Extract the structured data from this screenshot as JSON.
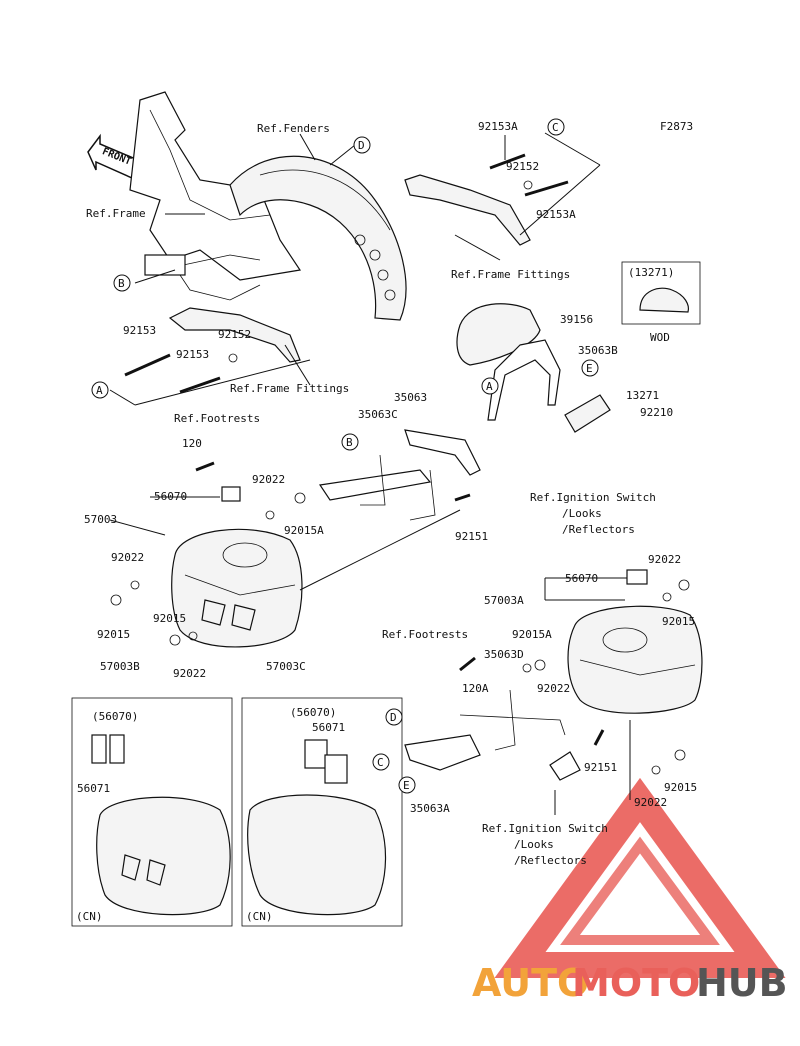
{
  "figure_code": "F2873",
  "front_label": "FRONT",
  "references": {
    "fenders": "Ref.Fenders",
    "frame": "Ref.Frame",
    "frame_fittings_top": "Ref.Frame Fittings",
    "frame_fittings_left": "Ref.Frame Fittings",
    "footrests_left": "Ref.Footrests",
    "footrests_right": "Ref.Footrests",
    "ignition_left": [
      "Ref.Ignition Switch",
      "/Looks",
      "/Reflectors"
    ],
    "ignition_right": [
      "Ref.Ignition Switch",
      "/Looks",
      "/Reflectors"
    ]
  },
  "callouts": [
    "A",
    "B",
    "C",
    "D",
    "E"
  ],
  "part_numbers": {
    "p92153A_top": "92153A",
    "p92152_top": "92152",
    "p92153A_mid": "92153A",
    "p92153_left": "92153",
    "p92152_left": "92152",
    "p92153_left2": "92153",
    "p39156": "39156",
    "p35063B": "35063B",
    "p13271": "13271",
    "p92210": "92210",
    "p35063": "35063",
    "p35063C": "35063C",
    "p120": "120",
    "p92022_a": "92022",
    "p56070_a": "56070",
    "p57003": "57003",
    "p92015A_a": "92015A",
    "p92151_a": "92151",
    "p92022_b": "92022",
    "p92015_a": "92015",
    "p92015_b": "92015",
    "p92022_c": "92022",
    "p92022_d": "92022",
    "p56070_b": "56070",
    "p57003A": "57003A",
    "p92015_c": "92015",
    "p92015A_b": "92015A",
    "p35063D": "35063D",
    "p92022_e": "92022",
    "p120A": "120A",
    "p92151_b": "92151",
    "p92015_d": "92015",
    "p92022_f": "92022",
    "p35063A": "35063A",
    "p57003B": "57003B",
    "p57003C": "57003C",
    "p56070_box_b": "(56070)",
    "p56071_box_b": "56071",
    "p56070_box_c": "(56070)",
    "p56071_box_c": "56071"
  },
  "inset": {
    "part": "(13271)",
    "label": "WOD"
  },
  "cn_labels": [
    "(CN)",
    "(CN)"
  ],
  "watermark": {
    "auto": "AUTO",
    "moto": "MOTO",
    "hub": "HUB",
    "colors": {
      "auto": "#f2a33a",
      "moto": "#e9605a",
      "hub": "#555555"
    }
  }
}
